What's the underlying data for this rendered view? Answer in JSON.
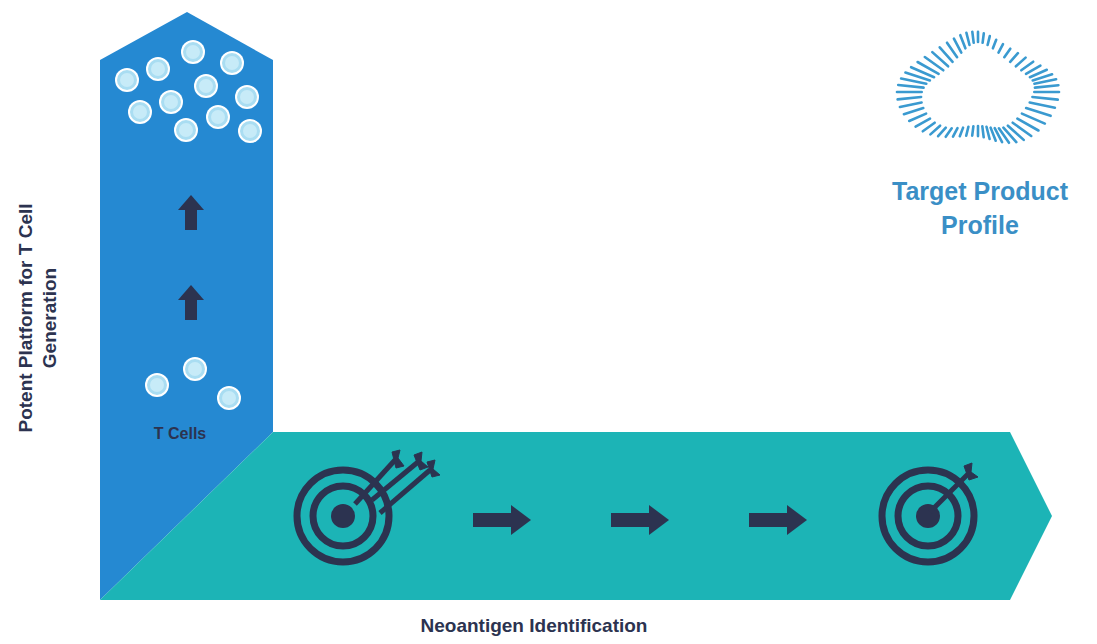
{
  "diagram": {
    "nodes": [
      {
        "text": [
          "T Cells"
        ]
      },
      {
        "text": [
          "Neoantigen Identification"
        ]
      }
    ],
    "labels": [
      "Potent Platform for T Cell Generation",
      "Target Product Profile"
    ]
  }
}
